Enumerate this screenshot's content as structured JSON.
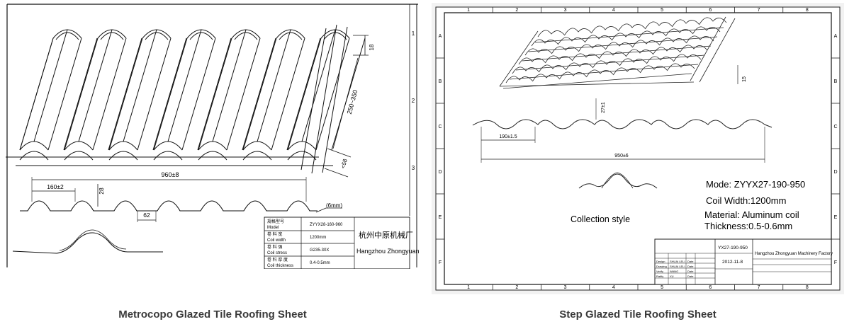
{
  "left": {
    "caption": "Metrocopo Glazed Tile Roofing Sheet",
    "dimensions": {
      "height_top": "18",
      "pitch": "250~350",
      "step": "<58",
      "total_width": "960±8",
      "wave_pitch": "160±2",
      "wave_height": "28",
      "bottom_gap": "62",
      "thickness": "(6mm)"
    },
    "side_ticks": [
      "1",
      "2",
      "3"
    ],
    "table": {
      "rows": [
        {
          "label_cn": "规格型号",
          "label_en": "Model",
          "value": "ZYYX28-160-960"
        },
        {
          "label_cn": "卷 料 宽",
          "label_en": "Coil width",
          "value": "1200mm"
        },
        {
          "label_cn": "卷 料 强",
          "label_en": "Coil stress",
          "value": "G235-30X"
        },
        {
          "label_cn": "卷 料 厚 度",
          "label_en": "Coil thickness",
          "value": "0.4-0.5mm"
        }
      ],
      "company_cn": "杭州中原机械厂",
      "company_en": "Hangzhou Zhongyuan"
    }
  },
  "right": {
    "caption": "Step Glazed Tile Roofing Sheet",
    "frame_cols": [
      "1",
      "2",
      "3",
      "4",
      "5",
      "6",
      "7",
      "8"
    ],
    "frame_rows": [
      "A",
      "B",
      "C",
      "D",
      "E",
      "F"
    ],
    "dimensions": {
      "step_height": "15",
      "wave_height": "27±1",
      "pitch": "190±1.5",
      "total_width": "950±6"
    },
    "collection_label": "Collection style",
    "specs": {
      "mode": "Mode: ZYYX27-190-950",
      "coil_width": "Coil Width:1200mm",
      "material": "Material:  Aluminum coil",
      "thickness": "Thickness:0.5-0.6mm"
    },
    "title_block": {
      "model": "YX27-190-950",
      "date": "2012-11-8",
      "company": "Hangzhou Zhongyuan Machinery Factory",
      "roles": [
        "Design",
        "Drawing",
        "Verify",
        "Ratify"
      ],
      "names": [
        "SHUAI LELI",
        "SHUAI LELI",
        "WANG",
        "XU"
      ],
      "date_label": "Date"
    }
  }
}
